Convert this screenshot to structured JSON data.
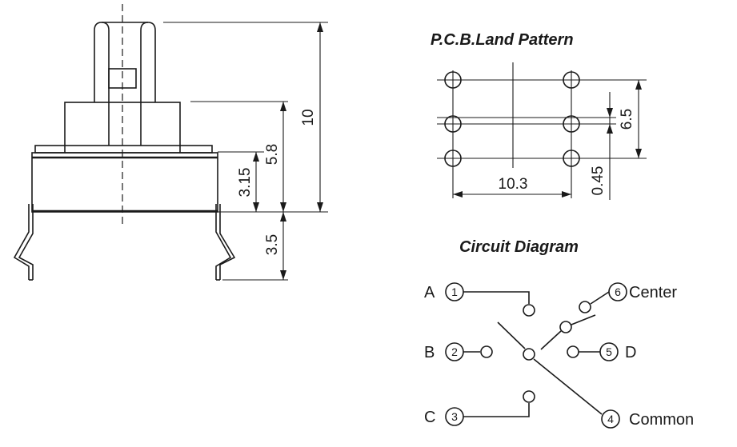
{
  "side_view": {
    "dimensions": {
      "total_height": "10",
      "body_to_step": "5.8",
      "body_height": "3.15",
      "lead_length": "3.5"
    }
  },
  "land_pattern": {
    "title": "P.C.B.Land Pattern",
    "dimensions": {
      "width": "10.3",
      "pitch": "6.5",
      "gap": "0.45"
    }
  },
  "circuit": {
    "title": "Circuit Diagram",
    "pins": [
      {
        "number": "1",
        "label": "A"
      },
      {
        "number": "2",
        "label": "B"
      },
      {
        "number": "3",
        "label": "C"
      },
      {
        "number": "4",
        "label": "Common"
      },
      {
        "number": "5",
        "label": "D"
      },
      {
        "number": "6",
        "label": "Center"
      }
    ]
  }
}
